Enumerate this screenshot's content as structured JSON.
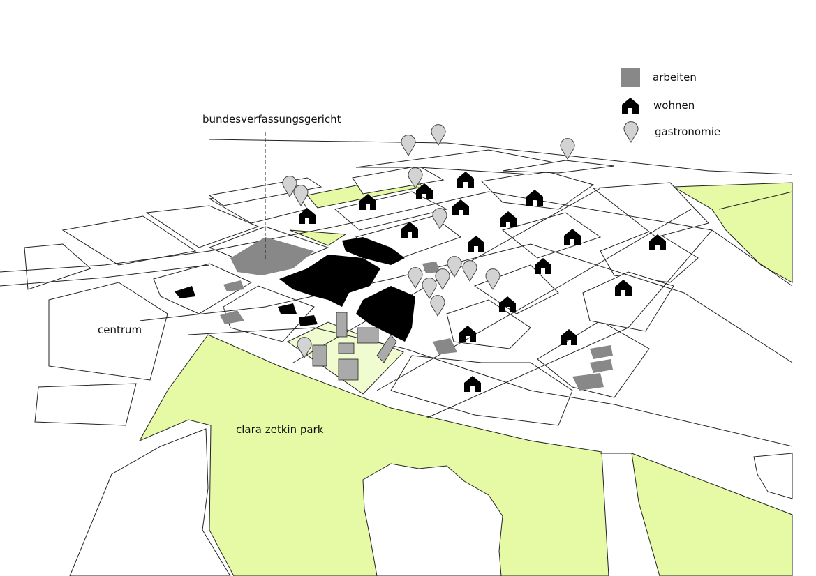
{
  "labels": {
    "landmark": "bundesverfassungsgericht",
    "district": "centrum",
    "park": "clara zetkin park"
  },
  "legend": {
    "items": [
      {
        "label": "arbeiten",
        "icon": "gray-square-icon"
      },
      {
        "label": "wohnen",
        "icon": "house-icon"
      },
      {
        "label": "gastronomie",
        "icon": "map-pin-icon"
      }
    ]
  },
  "colors": {
    "park": "#e6f9a4",
    "highlight_block": "#f0fbd0",
    "arbeiten": "#888888",
    "wohnen": "#000000",
    "gastronomie": "#d3d3d3"
  }
}
